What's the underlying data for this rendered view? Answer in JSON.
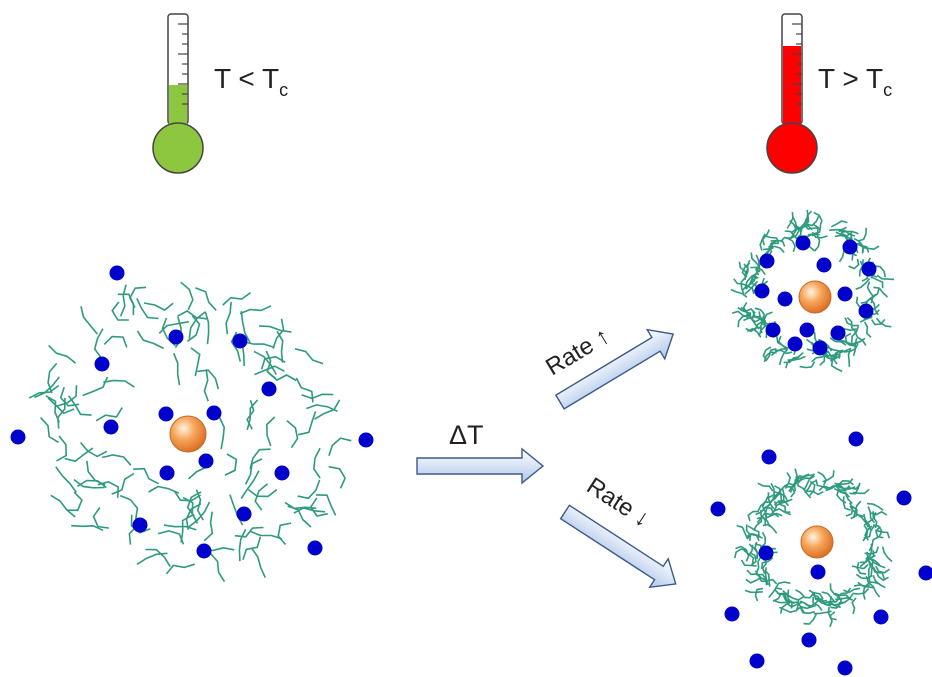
{
  "left_state": {
    "temp_label": "T < T",
    "temp_sub": "c",
    "thermo_color": "#8DC63F"
  },
  "right_state": {
    "temp_label": "T > T",
    "temp_sub": "c",
    "thermo_color": "#FF0000"
  },
  "transition": {
    "label": "ΔT"
  },
  "fast_path": {
    "label": "Rate ↑"
  },
  "slow_path": {
    "label": "Rate ↓"
  },
  "colors": {
    "polymer": "#2E9A7E",
    "solute": "#0000CC",
    "core": "#F08A3C",
    "arrow_fill": "#C8D8F0",
    "arrow_stroke": "#3A5A8A"
  }
}
